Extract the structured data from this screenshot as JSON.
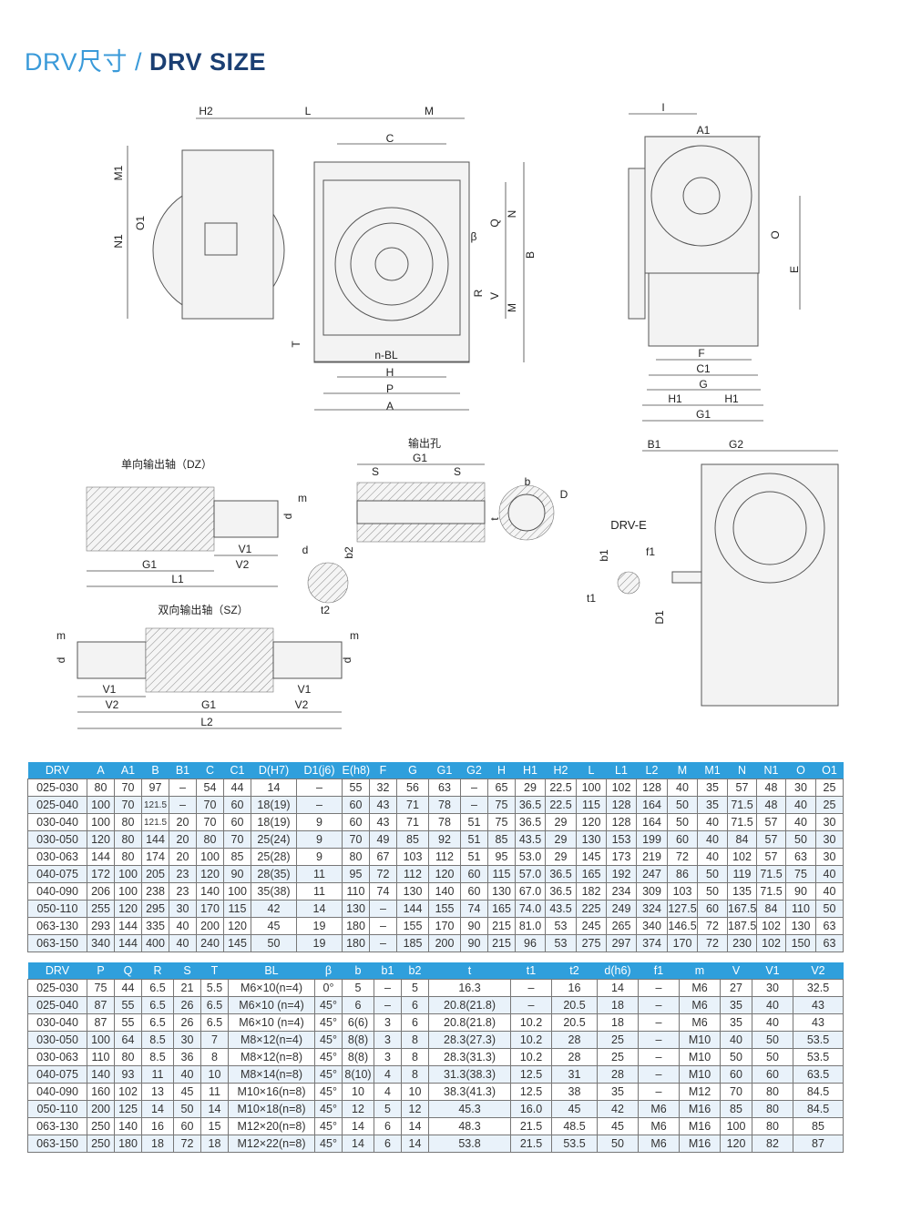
{
  "title": {
    "cn": "DRV尺寸 / ",
    "en": "DRV SIZE"
  },
  "drawing_labels": {
    "front": {
      "H2": "H2",
      "L": "L",
      "M": "M",
      "C": "C",
      "M1": "M1",
      "O1": "O1",
      "N1": "N1",
      "beta": "β",
      "Q": "Q",
      "N": "N",
      "B": "B",
      "R": "R",
      "V": "V",
      "M_v": "M",
      "T": "T",
      "nBL": "n-BL",
      "H": "H",
      "P": "P",
      "A": "A"
    },
    "side": {
      "I": "I",
      "A1": "A1",
      "O": "O",
      "E": "E",
      "F": "F",
      "C1": "C1",
      "G": "G",
      "H1a": "H1",
      "H1b": "H1",
      "G1": "G1"
    },
    "dz": {
      "title": "单向输出轴（DZ）",
      "m": "m",
      "d": "d",
      "V1": "V1",
      "V2": "V2",
      "G1": "G1",
      "L1": "L1"
    },
    "hole": {
      "title": "输出孔",
      "G1": "G1",
      "S1": "S",
      "S2": "S",
      "b": "b",
      "D": "D",
      "t": "t",
      "d": "d",
      "b2": "b2",
      "t2": "t2"
    },
    "sz": {
      "title": "双向输出轴（SZ）",
      "m1": "m",
      "d1": "d",
      "m2": "m",
      "d2": "d",
      "V1a": "V1",
      "V2a": "V2",
      "G1": "G1",
      "V1b": "V1",
      "V2b": "V2",
      "L2": "L2"
    },
    "drve": {
      "B1": "B1",
      "G2": "G2",
      "title": "DRV-E",
      "f1": "f1",
      "b1": "b1",
      "t1": "t1",
      "D1": "D1"
    }
  },
  "table1": {
    "headers": [
      "DRV",
      "A",
      "A1",
      "B",
      "B1",
      "C",
      "C1",
      "D(H7)",
      "D1(j6)",
      "E(h8)",
      "F",
      "G",
      "G1",
      "G2",
      "H",
      "H1",
      "H2",
      "L",
      "L1",
      "L2",
      "M",
      "M1",
      "N",
      "N1",
      "O",
      "O1"
    ],
    "rows": [
      [
        "025-030",
        "80",
        "70",
        "97",
        "–",
        "54",
        "44",
        "14",
        "–",
        "55",
        "32",
        "56",
        "63",
        "–",
        "65",
        "29",
        "22.5",
        "100",
        "102",
        "128",
        "40",
        "35",
        "57",
        "48",
        "30",
        "25"
      ],
      [
        "025-040",
        "100",
        "70",
        "121.5",
        "–",
        "70",
        "60",
        "18(19)",
        "–",
        "60",
        "43",
        "71",
        "78",
        "–",
        "75",
        "36.5",
        "22.5",
        "115",
        "128",
        "164",
        "50",
        "35",
        "71.5",
        "48",
        "40",
        "25"
      ],
      [
        "030-040",
        "100",
        "80",
        "121.5",
        "20",
        "70",
        "60",
        "18(19)",
        "9",
        "60",
        "43",
        "71",
        "78",
        "51",
        "75",
        "36.5",
        "29",
        "120",
        "128",
        "164",
        "50",
        "40",
        "71.5",
        "57",
        "40",
        "30"
      ],
      [
        "030-050",
        "120",
        "80",
        "144",
        "20",
        "80",
        "70",
        "25(24)",
        "9",
        "70",
        "49",
        "85",
        "92",
        "51",
        "85",
        "43.5",
        "29",
        "130",
        "153",
        "199",
        "60",
        "40",
        "84",
        "57",
        "50",
        "30"
      ],
      [
        "030-063",
        "144",
        "80",
        "174",
        "20",
        "100",
        "85",
        "25(28)",
        "9",
        "80",
        "67",
        "103",
        "112",
        "51",
        "95",
        "53.0",
        "29",
        "145",
        "173",
        "219",
        "72",
        "40",
        "102",
        "57",
        "63",
        "30"
      ],
      [
        "040-075",
        "172",
        "100",
        "205",
        "23",
        "120",
        "90",
        "28(35)",
        "11",
        "95",
        "72",
        "112",
        "120",
        "60",
        "115",
        "57.0",
        "36.5",
        "165",
        "192",
        "247",
        "86",
        "50",
        "119",
        "71.5",
        "75",
        "40"
      ],
      [
        "040-090",
        "206",
        "100",
        "238",
        "23",
        "140",
        "100",
        "35(38)",
        "11",
        "110",
        "74",
        "130",
        "140",
        "60",
        "130",
        "67.0",
        "36.5",
        "182",
        "234",
        "309",
        "103",
        "50",
        "135",
        "71.5",
        "90",
        "40"
      ],
      [
        "050-110",
        "255",
        "120",
        "295",
        "30",
        "170",
        "115",
        "42",
        "14",
        "130",
        "–",
        "144",
        "155",
        "74",
        "165",
        "74.0",
        "43.5",
        "225",
        "249",
        "324",
        "127.5",
        "60",
        "167.5",
        "84",
        "110",
        "50"
      ],
      [
        "063-130",
        "293",
        "144",
        "335",
        "40",
        "200",
        "120",
        "45",
        "19",
        "180",
        "–",
        "155",
        "170",
        "90",
        "215",
        "81.0",
        "53",
        "245",
        "265",
        "340",
        "146.5",
        "72",
        "187.5",
        "102",
        "130",
        "63"
      ],
      [
        "063-150",
        "340",
        "144",
        "400",
        "40",
        "240",
        "145",
        "50",
        "19",
        "180",
        "–",
        "185",
        "200",
        "90",
        "215",
        "96",
        "53",
        "275",
        "297",
        "374",
        "170",
        "72",
        "230",
        "102",
        "150",
        "63"
      ]
    ]
  },
  "table2": {
    "headers": [
      "DRV",
      "P",
      "Q",
      "R",
      "S",
      "T",
      "BL",
      "β",
      "b",
      "b1",
      "b2",
      "t",
      "t1",
      "t2",
      "d(h6)",
      "f1",
      "m",
      "V",
      "V1",
      "V2"
    ],
    "rows": [
      [
        "025-030",
        "75",
        "44",
        "6.5",
        "21",
        "5.5",
        "M6×10(n=4)",
        "0°",
        "5",
        "–",
        "5",
        "16.3",
        "–",
        "16",
        "14",
        "–",
        "M6",
        "27",
        "30",
        "32.5"
      ],
      [
        "025-040",
        "87",
        "55",
        "6.5",
        "26",
        "6.5",
        "M6×10 (n=4)",
        "45°",
        "6",
        "–",
        "6",
        "20.8(21.8)",
        "–",
        "20.5",
        "18",
        "–",
        "M6",
        "35",
        "40",
        "43"
      ],
      [
        "030-040",
        "87",
        "55",
        "6.5",
        "26",
        "6.5",
        "M6×10 (n=4)",
        "45°",
        "6(6)",
        "3",
        "6",
        "20.8(21.8)",
        "10.2",
        "20.5",
        "18",
        "–",
        "M6",
        "35",
        "40",
        "43"
      ],
      [
        "030-050",
        "100",
        "64",
        "8.5",
        "30",
        "7",
        "M8×12(n=4)",
        "45°",
        "8(8)",
        "3",
        "8",
        "28.3(27.3)",
        "10.2",
        "28",
        "25",
        "–",
        "M10",
        "40",
        "50",
        "53.5"
      ],
      [
        "030-063",
        "110",
        "80",
        "8.5",
        "36",
        "8",
        "M8×12(n=8)",
        "45°",
        "8(8)",
        "3",
        "8",
        "28.3(31.3)",
        "10.2",
        "28",
        "25",
        "–",
        "M10",
        "50",
        "50",
        "53.5"
      ],
      [
        "040-075",
        "140",
        "93",
        "11",
        "40",
        "10",
        "M8×14(n=8)",
        "45°",
        "8(10)",
        "4",
        "8",
        "31.3(38.3)",
        "12.5",
        "31",
        "28",
        "–",
        "M10",
        "60",
        "60",
        "63.5"
      ],
      [
        "040-090",
        "160",
        "102",
        "13",
        "45",
        "11",
        "M10×16(n=8)",
        "45°",
        "10",
        "4",
        "10",
        "38.3(41.3)",
        "12.5",
        "38",
        "35",
        "–",
        "M12",
        "70",
        "80",
        "84.5"
      ],
      [
        "050-110",
        "200",
        "125",
        "14",
        "50",
        "14",
        "M10×18(n=8)",
        "45°",
        "12",
        "5",
        "12",
        "45.3",
        "16.0",
        "45",
        "42",
        "M6",
        "M16",
        "85",
        "80",
        "84.5"
      ],
      [
        "063-130",
        "250",
        "140",
        "16",
        "60",
        "15",
        "M12×20(n=8)",
        "45°",
        "14",
        "6",
        "14",
        "48.3",
        "21.5",
        "48.5",
        "45",
        "M6",
        "M16",
        "100",
        "80",
        "85"
      ],
      [
        "063-150",
        "250",
        "180",
        "18",
        "72",
        "18",
        "M12×22(n=8)",
        "45°",
        "14",
        "6",
        "14",
        "53.8",
        "21.5",
        "53.5",
        "50",
        "M6",
        "M16",
        "120",
        "82",
        "87"
      ]
    ]
  }
}
